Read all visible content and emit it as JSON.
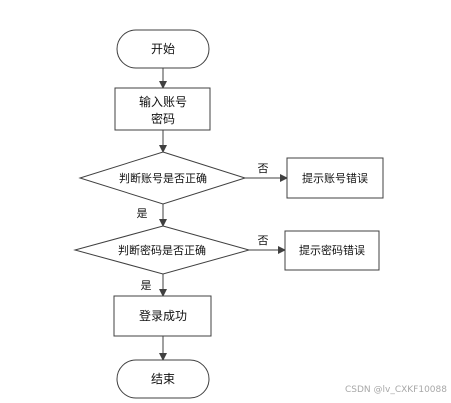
{
  "diagram": {
    "header_partial": "",
    "nodes": {
      "start": "开始",
      "input_line1": "输入账号",
      "input_line2": "密码",
      "check_account": "判断账号是否正确",
      "account_error": "提示账号错误",
      "check_password": "判断密码是否正确",
      "password_error": "提示密码错误",
      "login_success": "登录成功",
      "end": "结束"
    },
    "edge_labels": {
      "account_no": "否",
      "account_yes": "是",
      "password_no": "否",
      "password_yes": "是"
    }
  },
  "watermark": "CSDN @lv_CXKF10088",
  "colors": {
    "stroke": "#404040",
    "fill": "#ffffff",
    "text": "#111111"
  }
}
